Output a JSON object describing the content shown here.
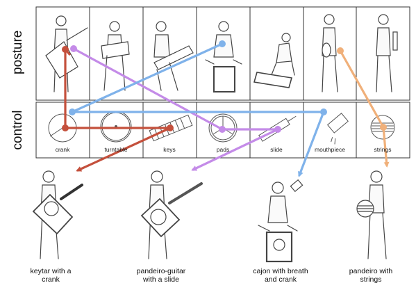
{
  "rows": {
    "posture_label": "posture",
    "control_label": "control"
  },
  "controls": [
    "crank",
    "turntable",
    "keys",
    "pads",
    "slide",
    "mouthpiece",
    "strings"
  ],
  "combinations": [
    {
      "line1": "keytar with a",
      "line2": "crank"
    },
    {
      "line1": "pandeiro-guitar",
      "line2": "with a slide"
    },
    {
      "line1": "cajon with breath",
      "line2": "and crank"
    },
    {
      "line1": "pandeiro with",
      "line2": "strings"
    }
  ],
  "colors": {
    "red": "#c4503c",
    "blue": "#7fb2ea",
    "purple": "#c48be8",
    "orange": "#f0b07a",
    "grid": "#333333"
  }
}
